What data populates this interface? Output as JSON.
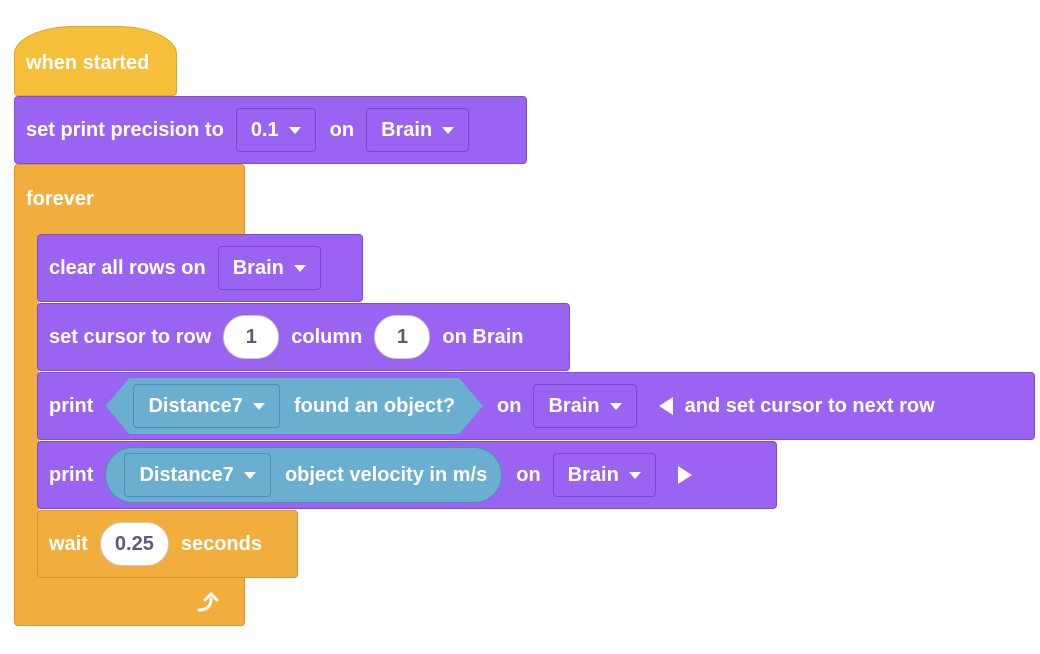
{
  "hat": {
    "label": "when started"
  },
  "precision": {
    "label": "set print precision to",
    "value": "0.1",
    "on_label": "on",
    "target": "Brain"
  },
  "forever": {
    "label": "forever",
    "loop_icon": "loop-arrow-icon"
  },
  "clear_rows": {
    "label": "clear all rows on",
    "target": "Brain"
  },
  "cursor": {
    "label": "set cursor to row",
    "row": "1",
    "column_label": "column",
    "column": "1",
    "on_label": "on Brain"
  },
  "print1": {
    "label": "print",
    "sensor": "Distance7",
    "query": "found an object?",
    "on_label": "on",
    "target": "Brain",
    "suffix": "and set cursor to next row"
  },
  "print2": {
    "label": "print",
    "sensor": "Distance7",
    "query": "object velocity in m/s",
    "on_label": "on",
    "target": "Brain"
  },
  "wait": {
    "label": "wait",
    "value": "0.25",
    "unit": "seconds"
  },
  "colors": {
    "looks": "#9a63f2",
    "control": "#f2ae3c",
    "events": "#f5bf3a",
    "sensing": "#6aaed0"
  }
}
